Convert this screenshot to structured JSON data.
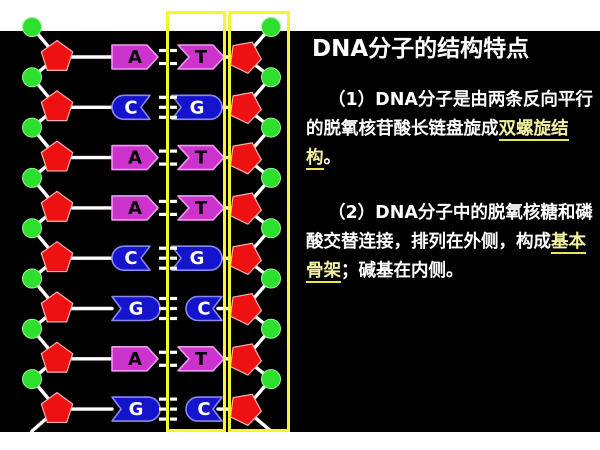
{
  "slide": {
    "background_top": "#ffffff",
    "panel_color": "#000000",
    "highlight_box_color": "#f6f630"
  },
  "header": {
    "title": "DNA分子的结构特点"
  },
  "body_text": {
    "paragraph1": {
      "before": "（1）DNA分子是由两条反向平行的脱氧核苷酸长链盘旋成",
      "highlight": "双螺旋结构",
      "after": "。",
      "highlight_color": "#f2f2a0"
    },
    "paragraph2": {
      "before": "（2）DNA分子中的脱氧核糖和磷酸交替连接，排列在外侧，构成",
      "highlight": "基本骨架",
      "after": "；碱基在内侧。",
      "highlight_color": "#f2f2a0"
    }
  },
  "diagram": {
    "name": "dna-double-helix-ladder",
    "legend": {
      "phosphate_color": "#2ee02e",
      "deoxyribose_color": "#ee1111",
      "purine_color": "#cc33cc",
      "pyrimidine_color": "#1414cc",
      "backbone_line_color": "#ffffff"
    },
    "rows": [
      {
        "left_base": "A",
        "right_base": "T",
        "bonds": 2
      },
      {
        "left_base": "C",
        "right_base": "G",
        "bonds": 3
      },
      {
        "left_base": "A",
        "right_base": "T",
        "bonds": 2
      },
      {
        "left_base": "A",
        "right_base": "T",
        "bonds": 2
      },
      {
        "left_base": "C",
        "right_base": "G",
        "bonds": 3
      },
      {
        "left_base": "G",
        "right_base": "C",
        "bonds": 3
      },
      {
        "left_base": "A",
        "right_base": "T",
        "bonds": 2
      },
      {
        "left_base": "G",
        "right_base": "C",
        "bonds": 3
      }
    ]
  }
}
